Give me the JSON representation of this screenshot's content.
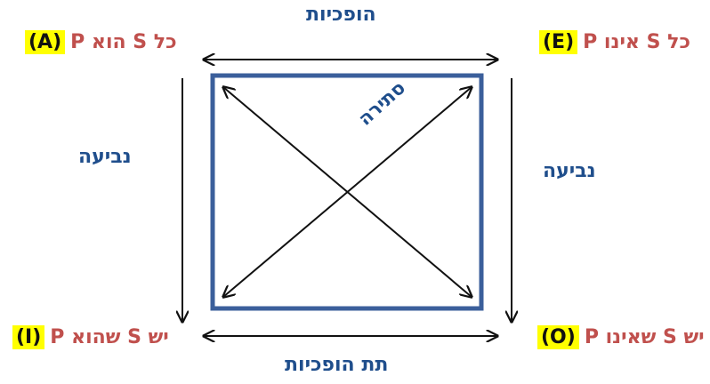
{
  "corners": {
    "top_left": {
      "text": "כל S הוא P",
      "tag": "(A)"
    },
    "top_right": {
      "text": "כל S אינו P",
      "tag": "(E)"
    },
    "bottom_left": {
      "text": "יש S שהוא P",
      "tag": "(I)"
    },
    "bottom_right": {
      "text": "יש S שאינו P",
      "tag": "(O)"
    }
  },
  "relations": {
    "top": "הופכיות",
    "bottom": "תת הופכיות",
    "left": "נביעה",
    "right": "נביעה",
    "diagonal": "סתירה"
  },
  "colors": {
    "corner_text": "#c0504d",
    "relation_text": "#1f4e8c",
    "square_border": "#3b5f9b",
    "tag_highlight": "#ffff00",
    "arrows": "#111111"
  }
}
